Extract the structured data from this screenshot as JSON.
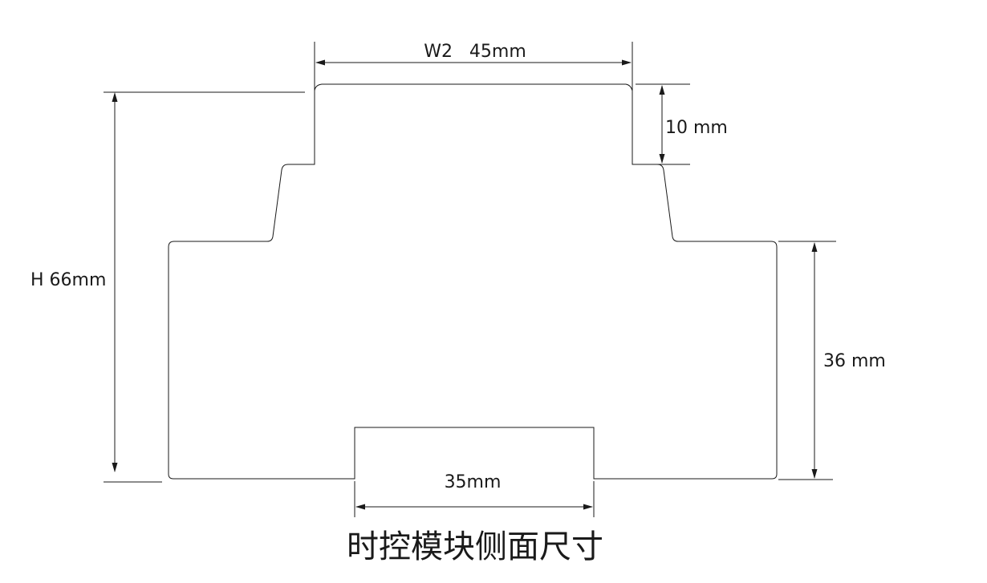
{
  "diagram": {
    "width_label": "W2   45mm",
    "height_label": "H 66mm",
    "top_step_label": "10 mm",
    "lower_body_label": "36 mm",
    "rail_label": "35mm",
    "caption": "时控模块侧面尺寸"
  },
  "colors": {
    "line": "#1a1a1a",
    "background": "#ffffff"
  }
}
